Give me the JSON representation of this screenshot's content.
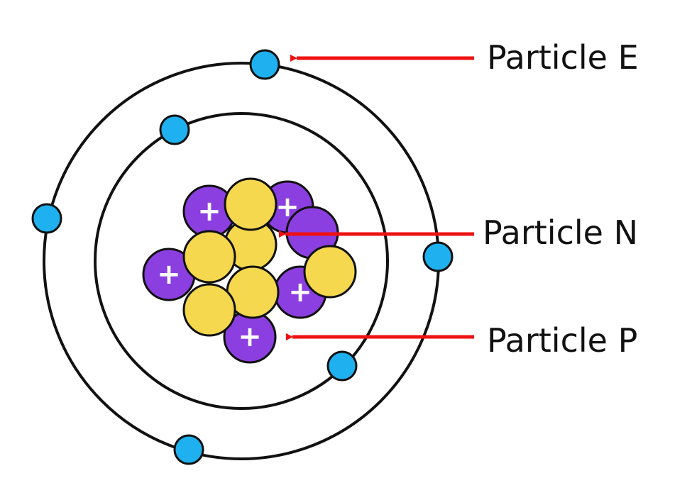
{
  "labels": {
    "electron": "Particle E",
    "neutron": "Particle N",
    "proton": "Particle P"
  },
  "proton_symbol": "+",
  "colors": {
    "electron": "#1fb0ef",
    "proton": "#8b3fe0",
    "neutron": "#f5d84e",
    "arrow": "#ee1111",
    "orbit": "#111111",
    "outline": "#111111"
  }
}
